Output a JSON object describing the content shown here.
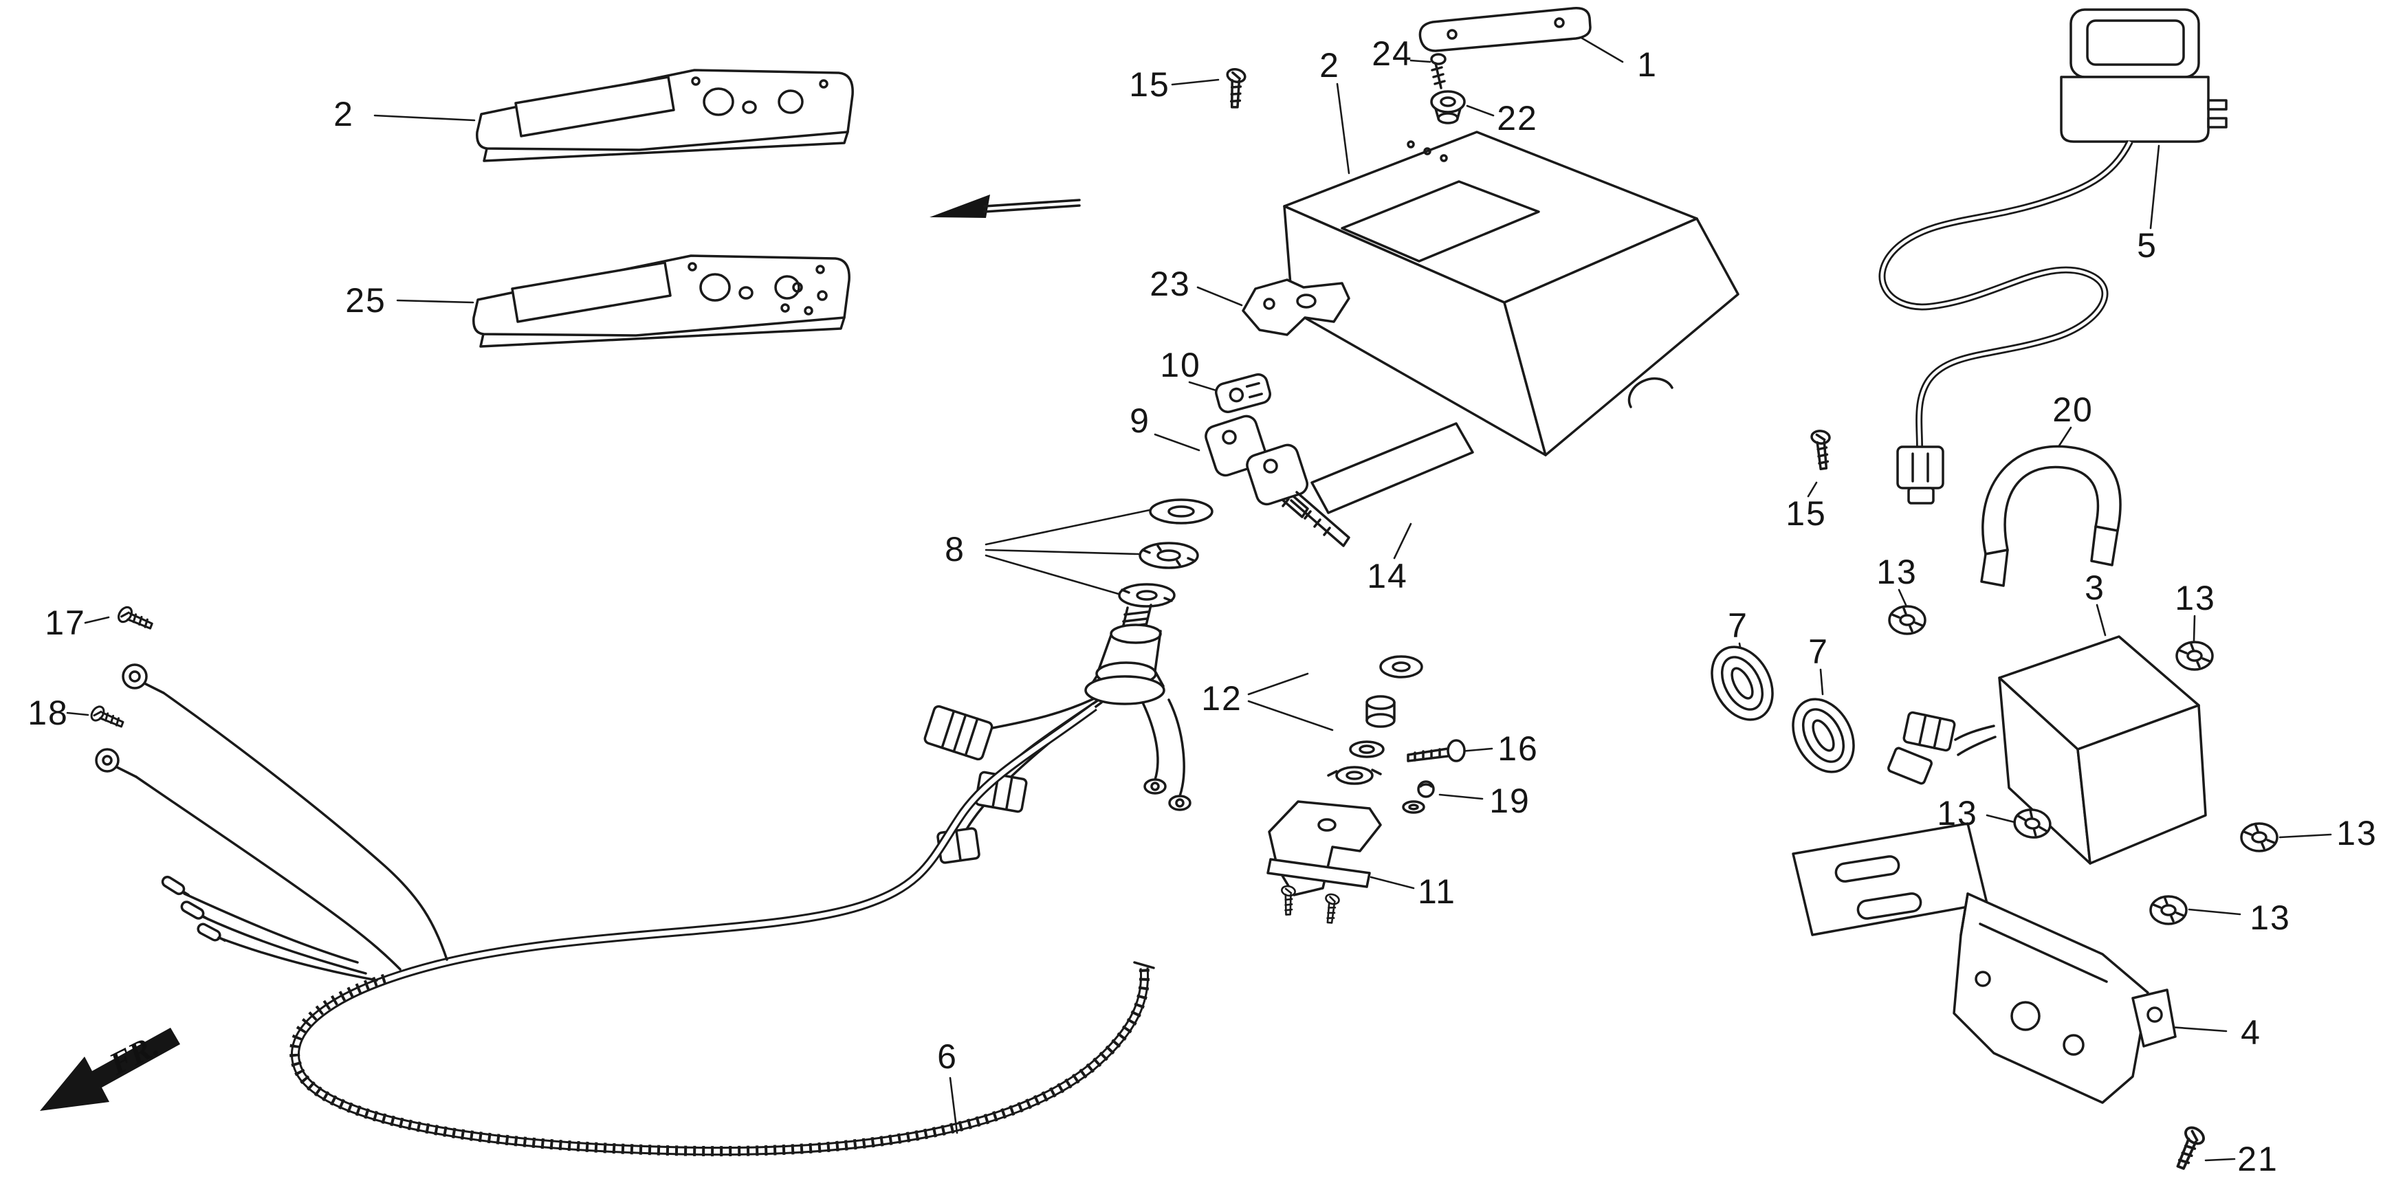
{
  "page": {
    "background": "#ffffff",
    "line_color": "#1a1a1a"
  },
  "fr_indicator": {
    "label": "FR."
  },
  "callouts": [
    {
      "part": "2"
    },
    {
      "part": "25"
    },
    {
      "part": "15"
    },
    {
      "part": "2"
    },
    {
      "part": "24"
    },
    {
      "part": "1"
    },
    {
      "part": "22"
    },
    {
      "part": "5"
    },
    {
      "part": "23"
    },
    {
      "part": "10"
    },
    {
      "part": "9"
    },
    {
      "part": "8"
    },
    {
      "part": "14"
    },
    {
      "part": "15"
    },
    {
      "part": "20"
    },
    {
      "part": "13"
    },
    {
      "part": "3"
    },
    {
      "part": "13"
    },
    {
      "part": "7"
    },
    {
      "part": "7"
    },
    {
      "part": "12"
    },
    {
      "part": "16"
    },
    {
      "part": "19"
    },
    {
      "part": "17"
    },
    {
      "part": "18"
    },
    {
      "part": "13"
    },
    {
      "part": "13"
    },
    {
      "part": "13"
    },
    {
      "part": "11"
    },
    {
      "part": "4"
    },
    {
      "part": "6"
    },
    {
      "part": "21"
    }
  ],
  "icons": {
    "direction_arrow_icon": "solid arrow pointing left",
    "fr_arrow_icon": "solid arrow pointing to lower-left (front of vehicle)"
  }
}
